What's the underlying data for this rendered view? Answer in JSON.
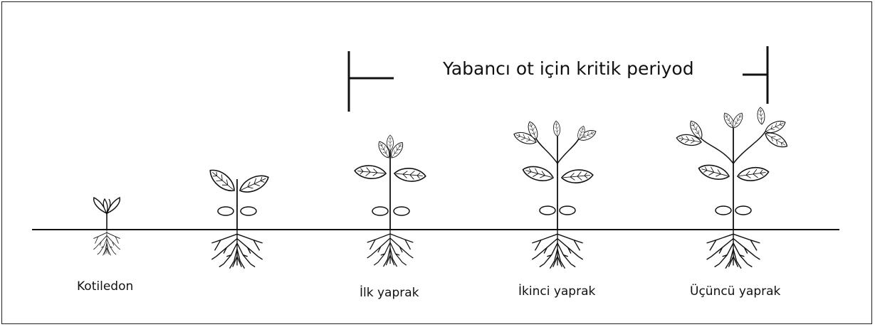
{
  "diagram": {
    "title": "Yabancı ot için kritik periyod",
    "stages": [
      {
        "label": "Kotiledon"
      },
      {
        "label": ""
      },
      {
        "label": "İlk yaprak"
      },
      {
        "label": "İkinci yaprak"
      },
      {
        "label": "Üçüncü yaprak"
      }
    ]
  },
  "colors": {
    "ink": "#111111",
    "background": "#ffffff"
  }
}
